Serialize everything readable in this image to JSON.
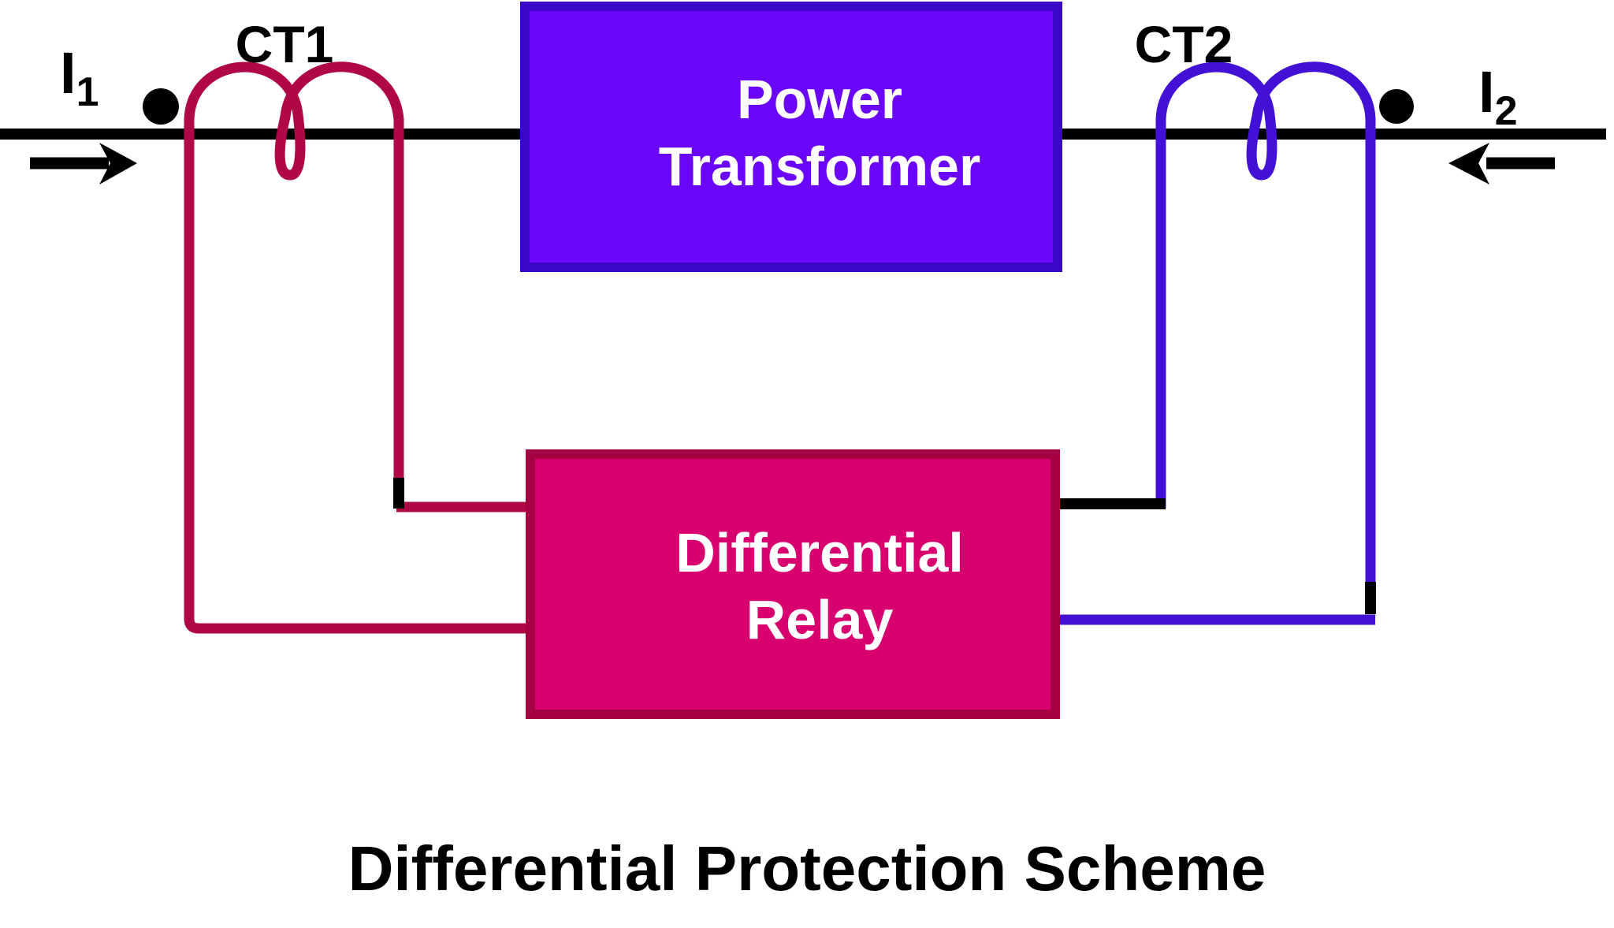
{
  "diagram": {
    "title": "Differential Protection Scheme",
    "power_transformer": {
      "label_line1": "Power",
      "label_line2": "Transformer",
      "fill_color": "#6A05FA",
      "border_color": "#3A06C8"
    },
    "differential_relay": {
      "label_line1": "Differential",
      "label_line2": "Relay",
      "fill_color": "#D8006E",
      "border_color": "#A50042"
    },
    "ct1": {
      "label": "CT1",
      "wire_color": "#B00846"
    },
    "ct2": {
      "label": "CT2",
      "wire_color": "#4310D6"
    },
    "current_left": {
      "symbol": "I",
      "subscript": "1"
    },
    "current_right": {
      "symbol": "I",
      "subscript": "2"
    },
    "line_color": "#000000"
  }
}
